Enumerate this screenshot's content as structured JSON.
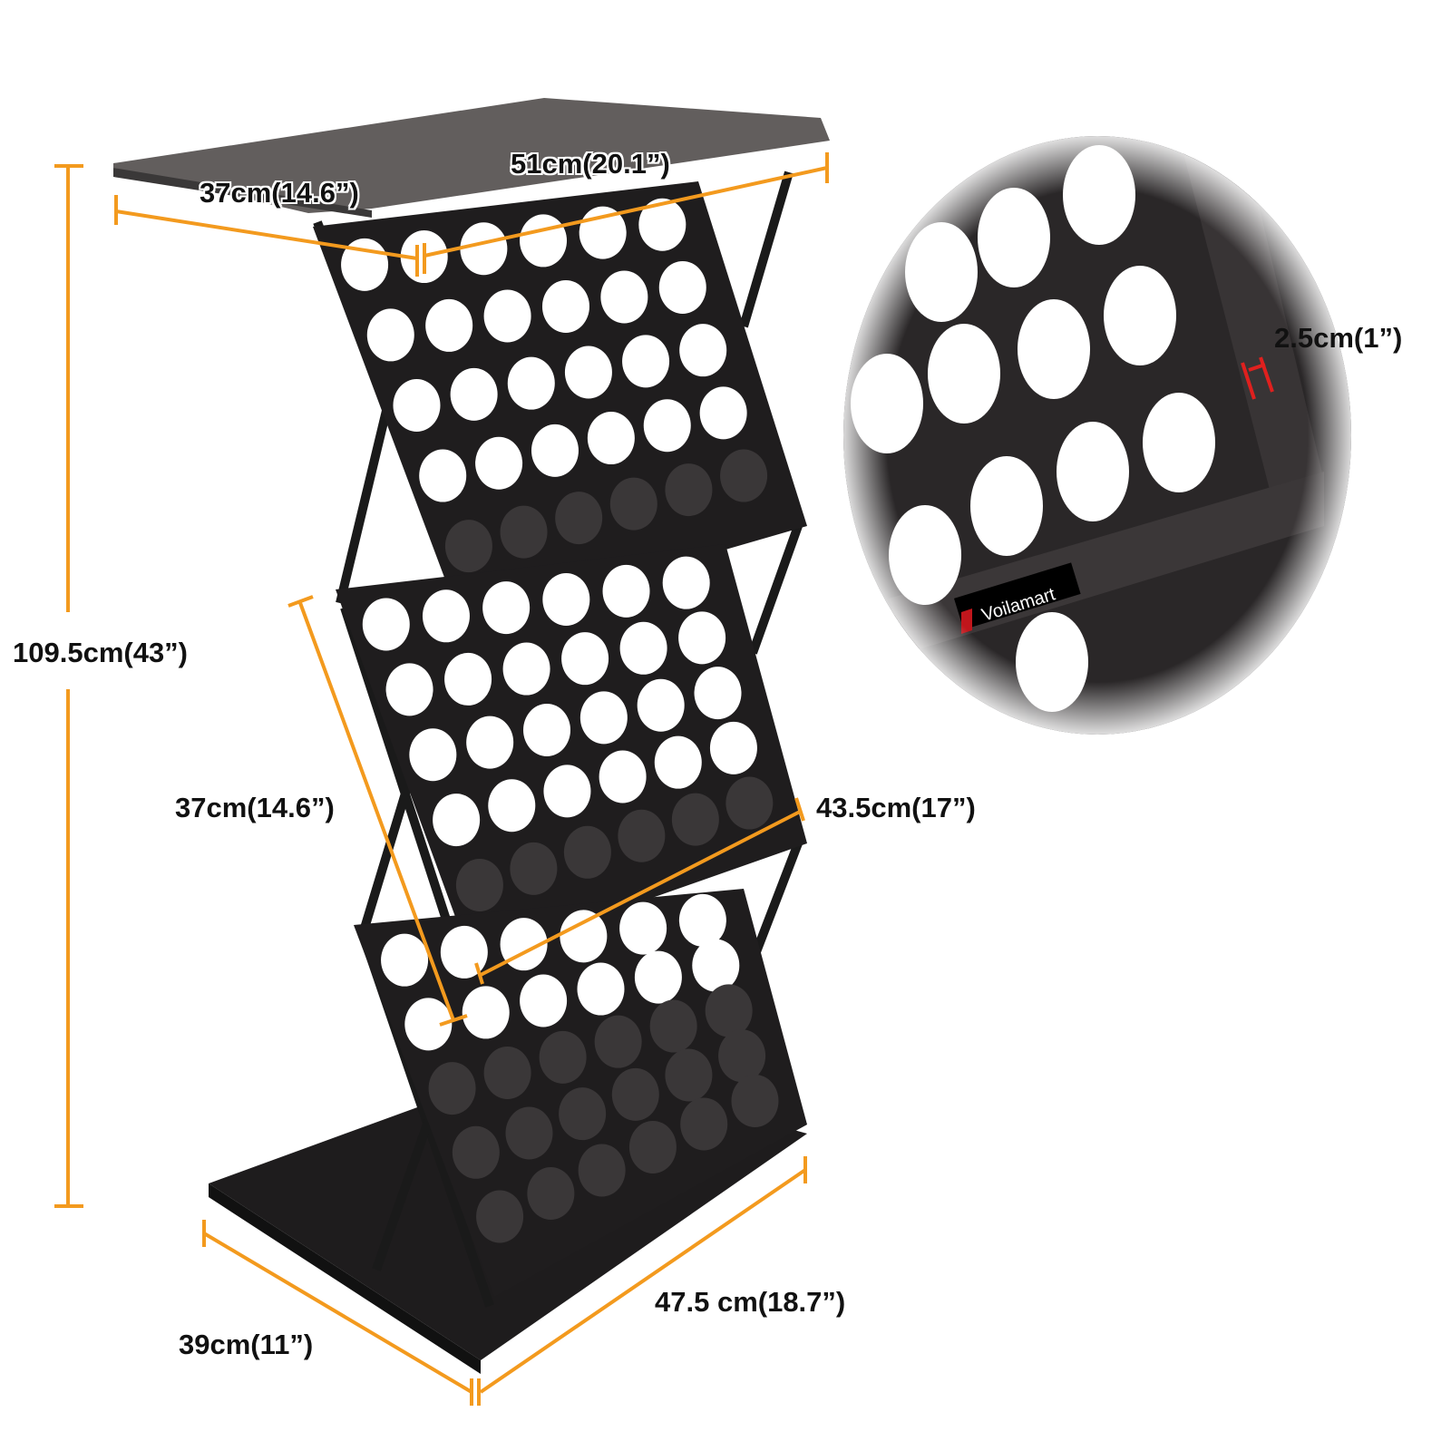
{
  "product": {
    "brand": "Voilamart",
    "colors": {
      "dimension_line": "#F39A1E",
      "frame": "#1c1a1b",
      "top": "#5f5b5a",
      "detail_marker": "#e0201e",
      "brand_red": "#c0161c"
    }
  },
  "dimensions": {
    "top_depth": "37cm(14.6”)",
    "top_width": "51cm(20.1”)",
    "total_height": "109.5cm(43”)",
    "shelf_depth": "37cm(14.6”)",
    "shelf_width": "43.5cm(17”)",
    "base_width": "47.5 cm(18.7”)",
    "base_depth": "39cm(11”)",
    "frame_thickness": "2.5cm(1”)"
  }
}
